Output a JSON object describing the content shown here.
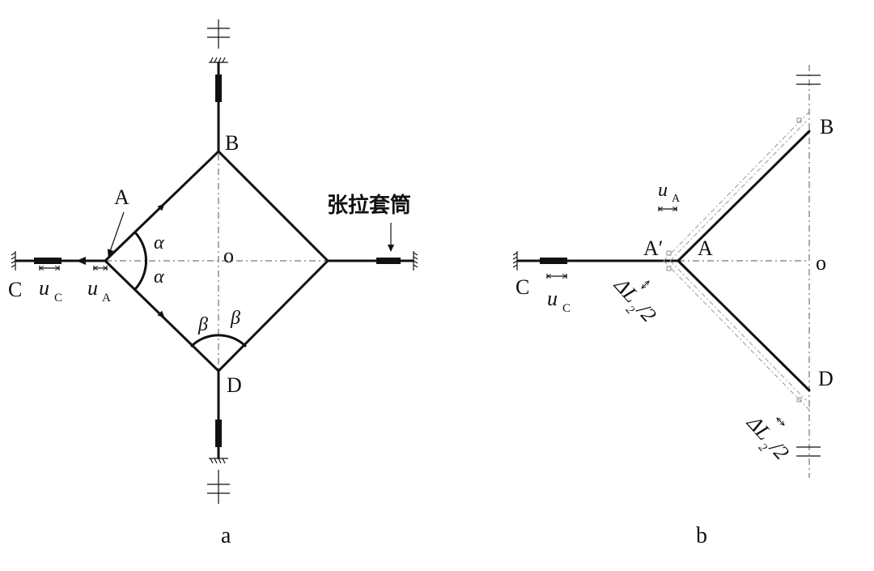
{
  "panel_a": {
    "caption": "a",
    "labels": {
      "A": "A",
      "B": "B",
      "C": "C",
      "D": "D",
      "O": "o",
      "alpha": "α",
      "beta": "β",
      "u_main": "u",
      "u_C_sub": "C",
      "u_A_sub": "A"
    },
    "annotation": "张拉套筒"
  },
  "panel_b": {
    "caption": "b",
    "labels": {
      "A": "A",
      "A_prime": "A′",
      "B": "B",
      "C": "C",
      "D": "D",
      "O": "o",
      "u_main": "u",
      "u_A_sub": "A",
      "u_C_sub": "C",
      "delta_L_top": "ΔL",
      "delta_L_top_sub": "2",
      "delta_L_top_suffix": "/2",
      "delta_L_bottom": "ΔL",
      "delta_L_bottom_sub": "2",
      "delta_L_bottom_suffix": "/2"
    }
  }
}
